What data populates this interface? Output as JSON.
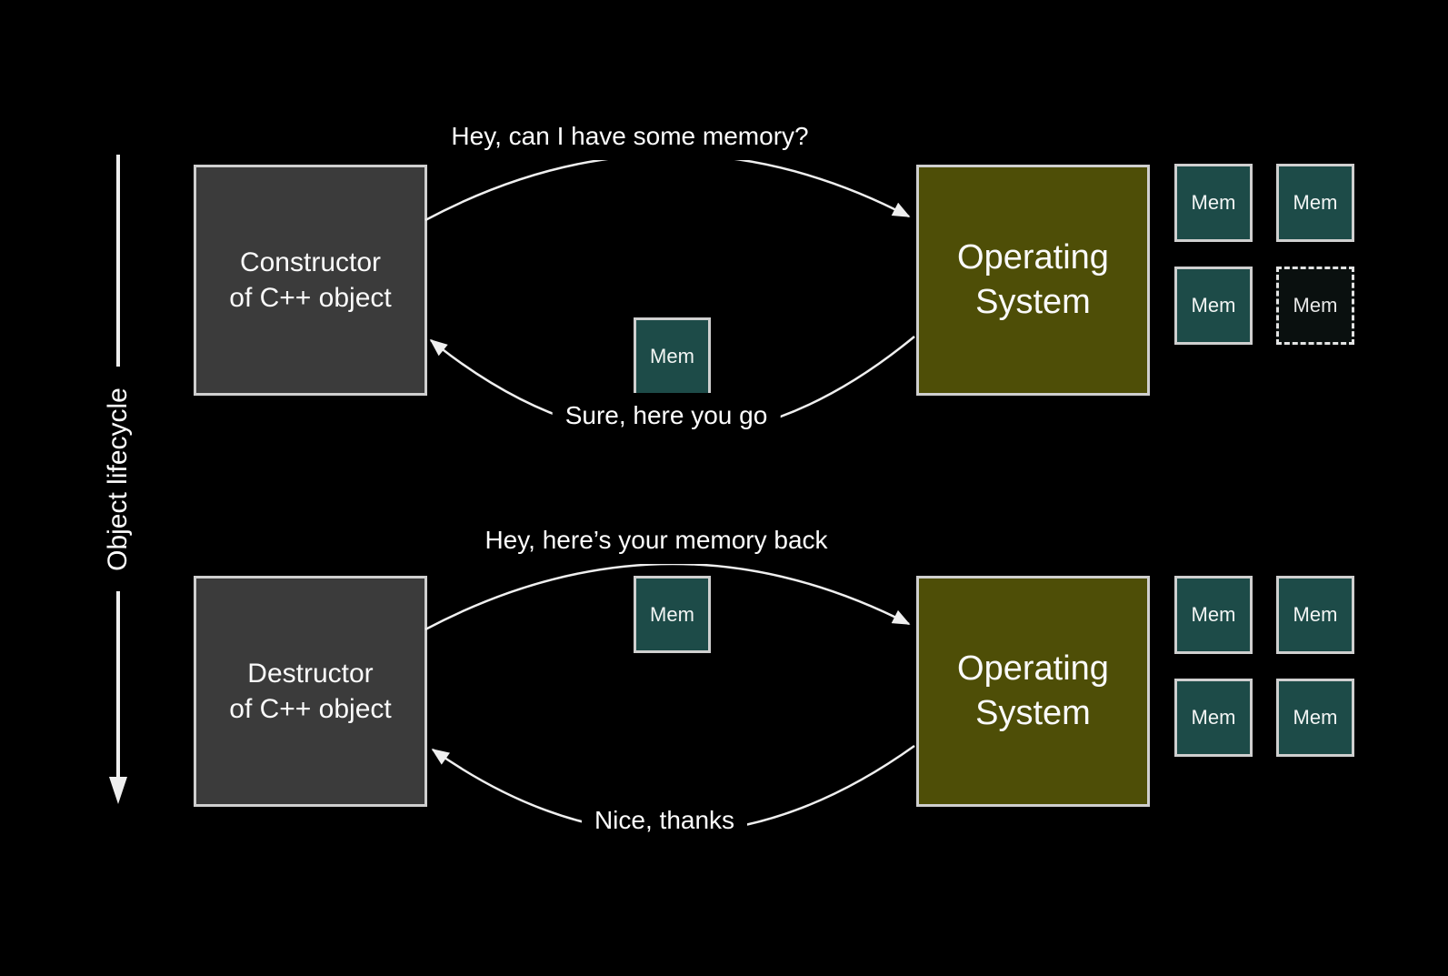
{
  "slide": {
    "background": "#000000"
  },
  "lifecycle_axis": {
    "label": "Object lifecycle"
  },
  "sections": [
    {
      "name": "construction",
      "actor_box": {
        "line1": "Constructor",
        "line2": "of C++ object"
      },
      "os_box": {
        "line1": "Operating",
        "line2": "System"
      },
      "request_label": "Hey, can I have some memory?",
      "response_label": "Sure, here you go",
      "transfer_mem": {
        "label": "Mem"
      },
      "os_memory_grid": [
        {
          "label": "Mem",
          "state": "available"
        },
        {
          "label": "Mem",
          "state": "available"
        },
        {
          "label": "Mem",
          "state": "available"
        },
        {
          "label": "Mem",
          "state": "handed-out"
        }
      ]
    },
    {
      "name": "destruction",
      "actor_box": {
        "line1": "Destructor",
        "line2": "of C++ object"
      },
      "os_box": {
        "line1": "Operating",
        "line2": "System"
      },
      "request_label": "Hey, here’s your memory back",
      "response_label": "Nice, thanks",
      "transfer_mem": {
        "label": "Mem"
      },
      "os_memory_grid": [
        {
          "label": "Mem",
          "state": "available"
        },
        {
          "label": "Mem",
          "state": "available"
        },
        {
          "label": "Mem",
          "state": "available"
        },
        {
          "label": "Mem",
          "state": "available"
        }
      ]
    }
  ],
  "colors": {
    "bg": "#000000",
    "actor-box": "#3b3b3b",
    "os-box": "#4e4e07",
    "mem-box": "#1d4b48",
    "mem-ghost": "#0a100f",
    "box-border": "#cfcfcf",
    "line": "#efefef",
    "text": "#fafafa"
  }
}
